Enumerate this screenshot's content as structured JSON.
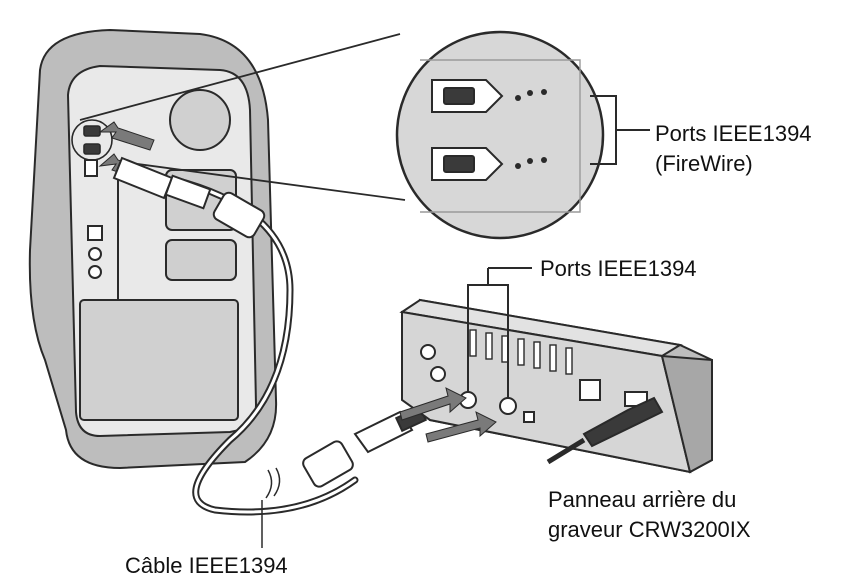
{
  "labels": {
    "firewire_ports_line1": "Ports IEEE1394",
    "firewire_ports_line2": "(FireWire)",
    "drive_ports": "Ports IEEE1394",
    "panel_line1": "Panneau arrière du",
    "panel_line2": "graveur CRW3200IX",
    "cable": "Câble IEEE1394"
  },
  "colors": {
    "outline": "#2a2a2a",
    "device_body": "#bdbdbd",
    "device_panel": "#e9e9e9",
    "zoom_fill": "#d7d7d7",
    "arrow": "#7a7a7a",
    "port_fill": "#ffffff"
  }
}
